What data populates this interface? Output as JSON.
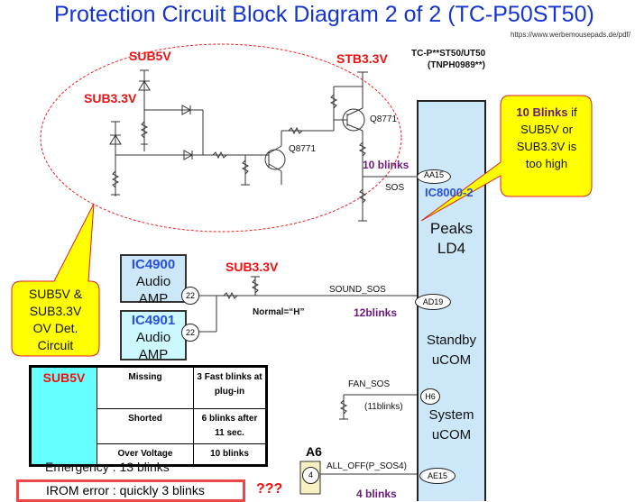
{
  "title": "Protection Circuit Block Diagram 2 of 2 (TC-P50ST50)",
  "url": "https://www.werbemousepads.de/pdf/",
  "model": {
    "line1": "TC-P**ST50/UT50",
    "line2": "(TNPH0989**)"
  },
  "schematic": {
    "sub5v": "SUB5V",
    "sub33v": "SUB3.3V",
    "stb33v": "STB3.3V",
    "q1": "Q8771",
    "q2": "Q8771",
    "blinks10": "10 blinks",
    "aa15": "AA15",
    "sos": "SOS"
  },
  "callout_right": {
    "bold": "10 Blinks",
    "rest1": " if",
    "rest2": "SUB5V or",
    "rest3": "SUB3.3V is",
    "rest4": "too high"
  },
  "callout_left": {
    "l1": "SUB5V &",
    "l2": "SUB3.3V",
    "l3": "OV Det.",
    "l4": "Circuit"
  },
  "ic8000": {
    "name": "IC8000-2",
    "peaks": "Peaks",
    "ld4": "LD4",
    "standby1": "Standby",
    "standby2": "uCOM",
    "system1": "System",
    "system2": "uCOM"
  },
  "ic4900": {
    "name": "IC4900",
    "l1": "Audio",
    "l2": "AMP",
    "pin": "22"
  },
  "ic4901": {
    "name": "IC4901",
    "l1": "Audio",
    "l2": "AMP",
    "pin": "22"
  },
  "sound": {
    "supply": "SUB3.3V",
    "signal": "SOUND_SOS",
    "pin": "AD19",
    "normal": "Normal=“H”",
    "blinks": "12blinks"
  },
  "fan": {
    "signal": "FAN_SOS",
    "pin": "H6",
    "blinks": "(11blinks)"
  },
  "alloff": {
    "conn": "A6",
    "pin_num": "4",
    "signal": "ALL_OFF(P_SOS4)",
    "pin": "AE15",
    "blinks": "4 blinks"
  },
  "table": {
    "header": "SUB5V",
    "rows": [
      {
        "cond": "Missing",
        "result": "3 Fast blinks at plug-in"
      },
      {
        "cond": "Shorted",
        "result": "6 blinks after 11 sec."
      },
      {
        "cond": "Over Voltage",
        "result": "10 blinks"
      }
    ]
  },
  "emergency": "Emergency : 13 blinks",
  "irom": "IROM error : quickly 3 blinks",
  "question": "???",
  "colors": {
    "title": "#1433d0",
    "warning": "#f01010",
    "blinks": "#6a1a7a",
    "ic_fill": "#cce8f8",
    "callout": "#ffff00"
  }
}
